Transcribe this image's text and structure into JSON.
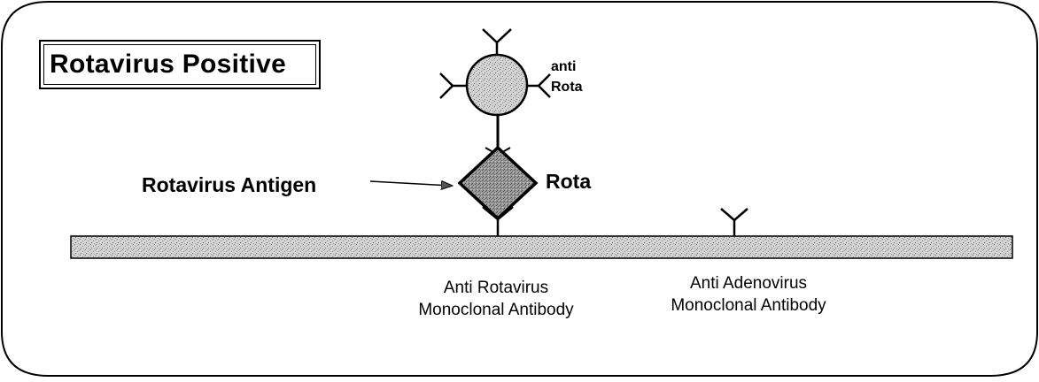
{
  "title": "Rotavirus Positive",
  "labels": {
    "antigen_pointer": "Rotavirus Antigen",
    "antigen_name": "Rota",
    "conjugate_line1": "anti",
    "conjugate_line2": "Rota"
  },
  "captions": {
    "anti_rotavirus_line1": "Anti Rotavirus",
    "anti_rotavirus_line2": "Monoclonal Antibody",
    "anti_adenovirus_line1": "Anti Adenovirus",
    "anti_adenovirus_line2": "Monoclonal Antibody"
  }
}
